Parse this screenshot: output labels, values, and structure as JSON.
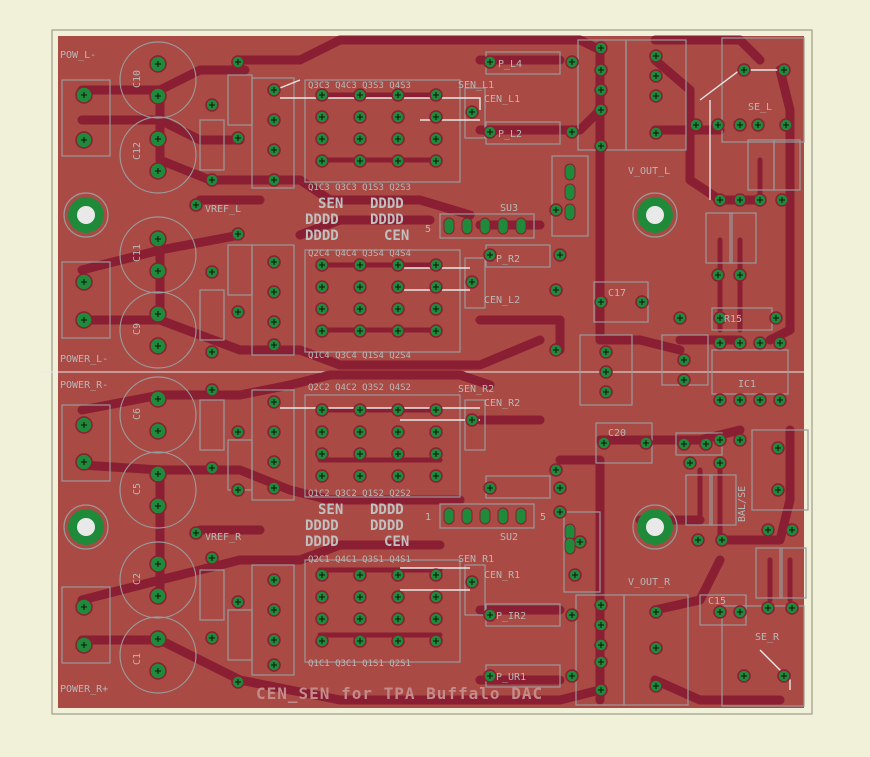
{
  "board": {
    "title": "CEN_SEN for TPA Buffalo DAC",
    "colors": {
      "background": "#f1f0d8",
      "board_fill": "#a94a44",
      "trace": "#8a1e33",
      "pad": "#1f8a3a",
      "silk": "#9a9a9a"
    }
  },
  "labels": [
    {
      "id": "pow-l-minus",
      "text": "POW_L-"
    },
    {
      "id": "power-l-minus",
      "text": "POWER_L-"
    },
    {
      "id": "power-r-minus",
      "text": "POWER_R-"
    },
    {
      "id": "power-r-plus",
      "text": "POWER_R+"
    },
    {
      "id": "vref-l",
      "text": "VREF_L"
    },
    {
      "id": "vref-r",
      "text": "VREF_R"
    },
    {
      "id": "v-out-l",
      "text": "V_OUT_L"
    },
    {
      "id": "v-out-r",
      "text": "V_OUT_R"
    },
    {
      "id": "sen-l1",
      "text": "SEN_L1"
    },
    {
      "id": "cen-l1",
      "text": "CEN_L1"
    },
    {
      "id": "cen-l2",
      "text": "CEN_L2"
    },
    {
      "id": "sen-r2",
      "text": "SEN_R2"
    },
    {
      "id": "cen-r2",
      "text": "CEN_R2"
    },
    {
      "id": "sen-r1",
      "text": "SEN R1"
    },
    {
      "id": "cen-r1",
      "text": "CEN_R1"
    },
    {
      "id": "p-l4",
      "text": "P_L4"
    },
    {
      "id": "p-l2",
      "text": "P_L2"
    },
    {
      "id": "p-r2",
      "text": "P_IR2"
    },
    {
      "id": "p-ur1",
      "text": "P_UR1"
    },
    {
      "id": "p-r2b",
      "text": "P_R2"
    },
    {
      "id": "su3",
      "text": "SU3"
    },
    {
      "id": "su2",
      "text": "SU2"
    },
    {
      "id": "c17",
      "text": "C17"
    },
    {
      "id": "c20",
      "text": "C20"
    },
    {
      "id": "c15",
      "text": "C15"
    },
    {
      "id": "r15",
      "text": "R15"
    },
    {
      "id": "ic1",
      "text": "IC1"
    },
    {
      "id": "bal-se",
      "text": "BAL/SE"
    },
    {
      "id": "sen-a",
      "text": "SEN"
    },
    {
      "id": "cen-a",
      "text": "CEN"
    },
    {
      "id": "dddd-a1",
      "text": "DDDD"
    },
    {
      "id": "dddd-a2",
      "text": "DDDD"
    },
    {
      "id": "dddd-a3",
      "text": "DDDD"
    },
    {
      "id": "dddd-a4",
      "text": "DDDD"
    },
    {
      "id": "sen-b",
      "text": "SEN"
    },
    {
      "id": "cen-b",
      "text": "CEN"
    },
    {
      "id": "dddd-b1",
      "text": "DDDD"
    },
    {
      "id": "dddd-b2",
      "text": "DDDD"
    },
    {
      "id": "dddd-b3",
      "text": "DDDD"
    },
    {
      "id": "dddd-b4",
      "text": "DDDD"
    },
    {
      "id": "se-l",
      "text": "SE_L"
    },
    {
      "id": "se-r",
      "text": "SE_R"
    },
    {
      "id": "q-top-1",
      "text": "Q3C3 Q4C3 Q3S3 Q4S3"
    },
    {
      "id": "q-top-2",
      "text": "Q1C3 Q3C3 Q1S3 Q2S3"
    },
    {
      "id": "q-mid-1",
      "text": "Q2C4 Q4C4 Q3S4 Q4S4"
    },
    {
      "id": "q-mid-2",
      "text": "Q1C4 Q3C4 Q1S4 Q2S4"
    },
    {
      "id": "q-bot-1",
      "text": "Q2C2 Q4C2 Q3S2 Q4S2"
    },
    {
      "id": "q-bot-2",
      "text": "Q1C2 Q3C2 Q1S2 Q2S2"
    },
    {
      "id": "q-btm-1",
      "text": "Q2C1 Q4C1 Q3S1 Q4S1"
    },
    {
      "id": "q-btm-2",
      "text": "Q1C1 Q3C1 Q1S1 Q2S1"
    },
    {
      "id": "c11",
      "text": "C11"
    },
    {
      "id": "c12",
      "text": "C12"
    },
    {
      "id": "c9",
      "text": "C9"
    },
    {
      "id": "c10",
      "text": "C10"
    },
    {
      "id": "c6",
      "text": "C6"
    },
    {
      "id": "c5",
      "text": "C5"
    },
    {
      "id": "c2",
      "text": "C2"
    },
    {
      "id": "c1",
      "text": "C1"
    },
    {
      "id": "num-5a",
      "text": "5"
    },
    {
      "id": "num-1b",
      "text": "1"
    },
    {
      "id": "num-5b",
      "text": "5"
    }
  ]
}
